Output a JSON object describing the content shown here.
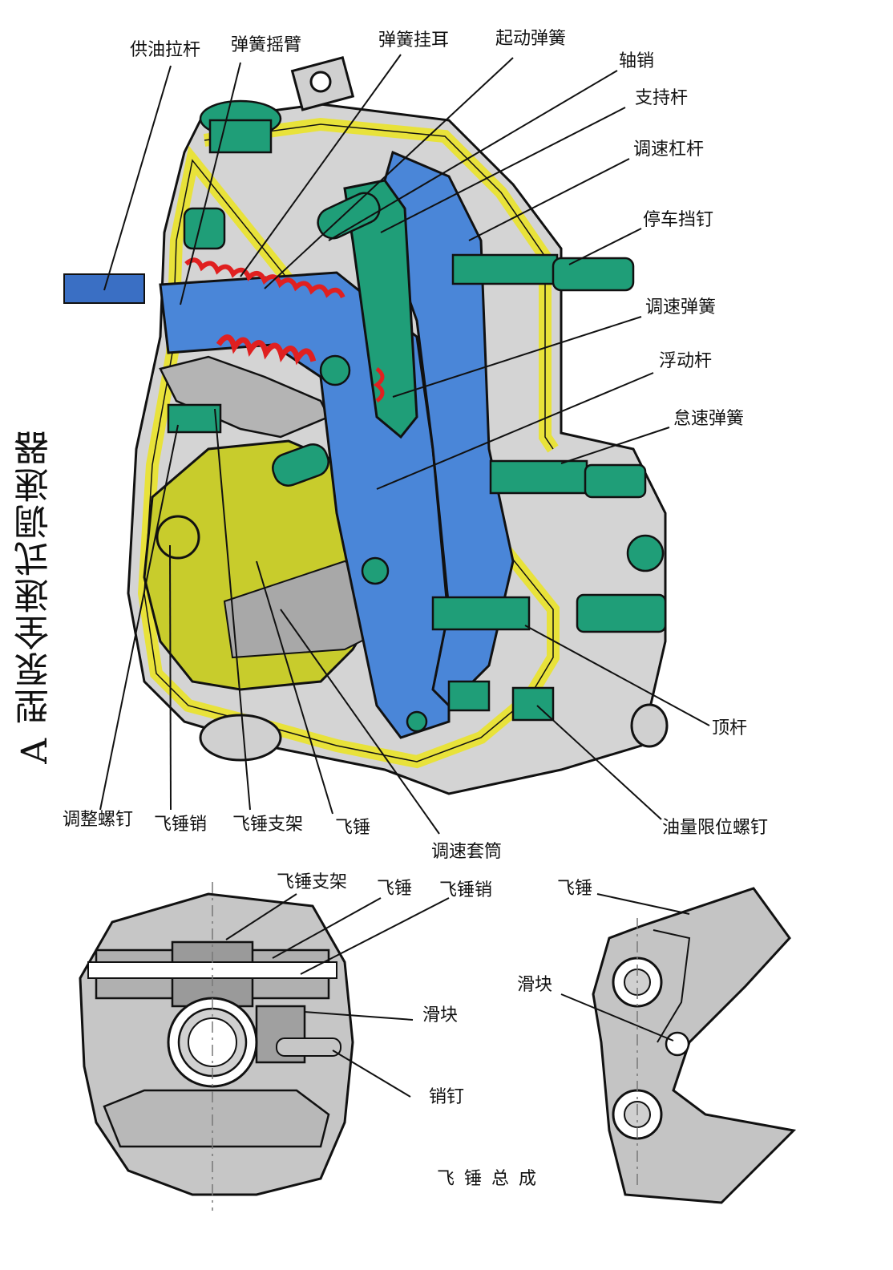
{
  "title": "A 型泵全速式调速器",
  "labels": {
    "supply_rod": "供油拉杆",
    "spring_rocker": "弹簧摇臂",
    "spring_lug": "弹簧挂耳",
    "start_spring": "起动弹簧",
    "shaft_pin": "轴销",
    "support_rod": "支持杆",
    "governor_lever": "调速杠杆",
    "stop_screw": "停车挡钉",
    "governor_spring": "调速弹簧",
    "floating_lever": "浮动杆",
    "idle_spring": "怠速弹簧",
    "push_rod": "顶杆",
    "adjust_screw": "调整螺钉",
    "flyweight_pin": "飞锤销",
    "flyweight_bracket": "飞锤支架",
    "flyweight": "飞锤",
    "governor_sleeve": "调速套筒",
    "fuel_limit_screw": "油量限位螺钉"
  },
  "detail_left": {
    "bracket": "飞锤支架",
    "flyweight": "飞锤",
    "pin": "飞锤销",
    "slider": "滑块",
    "dowel": "销钉"
  },
  "detail_right": {
    "flyweight": "飞锤",
    "slider": "滑块"
  },
  "caption": "飞锤总成",
  "colors": {
    "green": "#1f9e78",
    "blue": "#4a86d8",
    "yellow": "#e8e23a",
    "olive": "#c8cc2c",
    "red": "#e02020",
    "gray": "#c9c9c9",
    "outline": "#111111"
  }
}
